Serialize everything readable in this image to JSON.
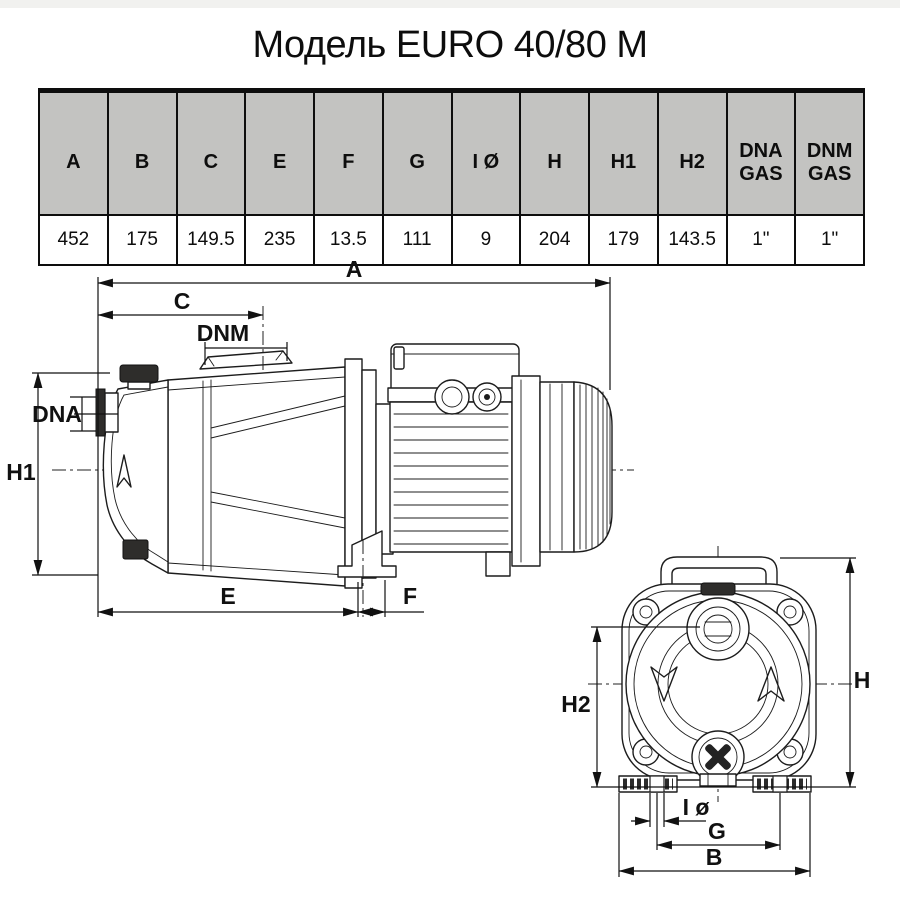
{
  "title": "Модель EURO 40/80 M",
  "table": {
    "columns": [
      {
        "header": "A",
        "value": "452"
      },
      {
        "header": "B",
        "value": "175"
      },
      {
        "header": "C",
        "value": "149.5"
      },
      {
        "header": "E",
        "value": "235"
      },
      {
        "header": "F",
        "value": "13.5"
      },
      {
        "header": "G",
        "value": "111"
      },
      {
        "header": "I Ø",
        "value": "9"
      },
      {
        "header": "H",
        "value": "204"
      },
      {
        "header": "H1",
        "value": "179"
      },
      {
        "header": "H2",
        "value": "143.5"
      },
      {
        "header": "DNA GAS",
        "value": "1\""
      },
      {
        "header": "DNM GAS",
        "value": "1\""
      }
    ]
  },
  "drawing": {
    "side_view": {
      "labels": {
        "a": "A",
        "c": "C",
        "dnm": "DNM",
        "dna": "DNA",
        "h1": "H1",
        "e": "E",
        "f": "F"
      }
    },
    "front_view": {
      "labels": {
        "h": "H",
        "h2": "H2",
        "i_diameter": "I ø",
        "g": "G",
        "b": "B"
      }
    }
  },
  "colors": {
    "background": "#ffffff",
    "table_header_bg": "#c3c3c1",
    "line": "#1c1c1c"
  }
}
